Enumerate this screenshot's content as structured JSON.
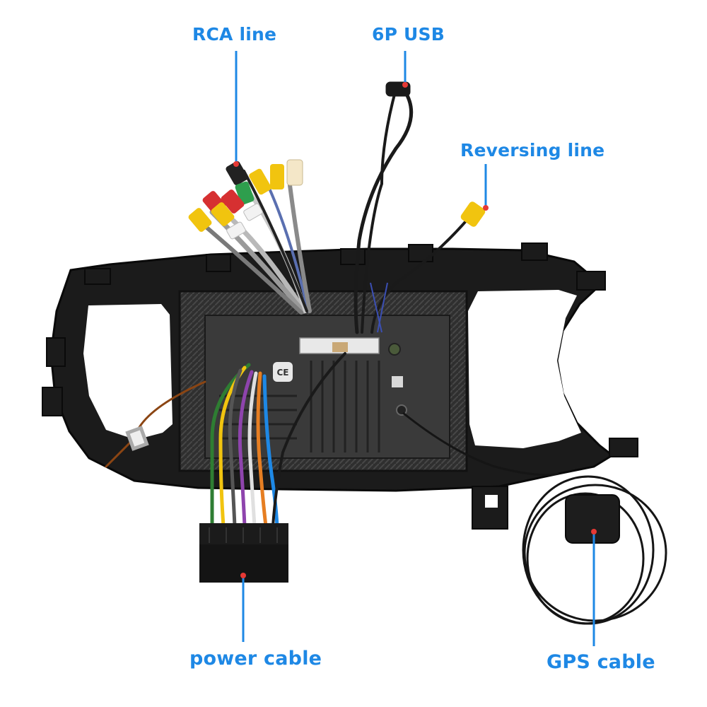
{
  "labels": {
    "rca_line": "RCA line",
    "usb_6p": "6P USB",
    "reversing_line": "Reversing line",
    "power_cable": "power cable",
    "gps_cable": "GPS cable"
  },
  "colors": {
    "label_text": "#1e88e5",
    "leader_line": "#1e88e5",
    "marker_dot": "#e53935",
    "frame": "#1c1c1c",
    "unit_body": "#3a3a3a"
  },
  "icons": {
    "ce_mark": "CE"
  }
}
